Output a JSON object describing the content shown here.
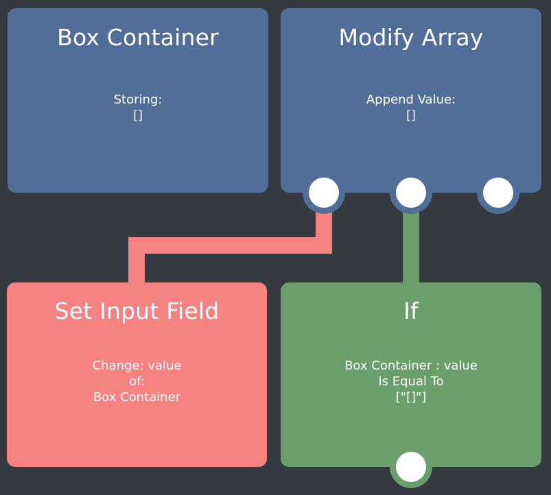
{
  "nodes": {
    "box_container": {
      "title": "Box Container",
      "lines": [
        "Storing:",
        "[]"
      ],
      "color": "#516e99"
    },
    "modify_array": {
      "title": "Modify Array",
      "lines": [
        "Append Value:",
        "[]"
      ],
      "color": "#516e99"
    },
    "set_input_field": {
      "title": "Set Input Field",
      "lines": [
        "Change: value",
        "of:",
        "Box Container"
      ],
      "color": "#f78282"
    },
    "if": {
      "title": "If",
      "lines": [
        "Box Container : value",
        "Is Equal To",
        "[\"[]\"]"
      ],
      "color": "#6a9e6a"
    }
  },
  "connections": [
    {
      "from": "modify_array.port_1",
      "to": "set_input_field",
      "color": "#f78282"
    },
    {
      "from": "modify_array.port_2",
      "to": "if",
      "color": "#6a9e6a"
    }
  ],
  "colors": {
    "background": "#343a40",
    "port_ring": "#516e99",
    "port": "#ffffff"
  }
}
